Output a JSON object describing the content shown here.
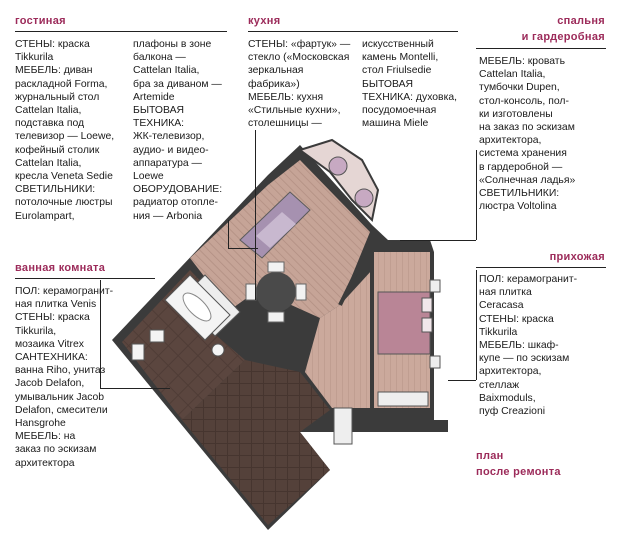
{
  "sections": {
    "living_room": {
      "heading": "гостиная",
      "col1": [
        "СТЕНЫ: краска",
        "Tikkurila",
        "МЕБЕЛЬ: диван",
        "раскладной Forma,",
        "журнальный стол",
        "Cattelan Italia,",
        "подставка под",
        "телевизор — Loewe,",
        "кофейный столик",
        "Cattelan Italia,",
        "кресла Veneta Sedie",
        "СВЕТИЛЬНИКИ:",
        "потолочные люстры",
        "Eurolampart,"
      ],
      "col2": [
        "плафоны в зоне",
        "балкона —",
        "Cattelan Italia,",
        "бра за диваном —",
        "Artemide",
        "БЫТОВАЯ",
        "ТЕХНИКА:",
        "ЖК-телевизор,",
        "аудио- и видео-",
        "аппаратура —",
        "Loewe",
        "ОБОРУДОВАНИЕ:",
        "радиатор отопле-",
        "ния — Arbonia"
      ]
    },
    "kitchen": {
      "heading": "кухня",
      "col1": [
        "СТЕНЫ: «фартук» —",
        "стекло («Московская",
        "зеркальная",
        "фабрика»)",
        "МЕБЕЛЬ: кухня",
        "«Стильные кухни»,",
        "столешницы —"
      ],
      "col2": [
        "искусственный",
        "камень Montelli,",
        "стол Friulsedie",
        "БЫТОВАЯ",
        "ТЕХНИКА: духовка,",
        "посудомоечная",
        "машина Miele"
      ]
    },
    "bedroom": {
      "heading_lines": [
        "спальня",
        "и гардеробная"
      ],
      "col": [
        "МЕБЕЛЬ: кровать",
        "Cattelan Italia,",
        "тумбочки Dupen,",
        "стол-консоль, пол-",
        "ки изготовлены",
        "на заказ по эскизам",
        "архитектора,",
        "система хранения",
        "в гардеробной —",
        "«Солнечная ладья»",
        "СВЕТИЛЬНИКИ:",
        "люстра Voltolina"
      ]
    },
    "bathroom": {
      "heading": "ванная комната",
      "col": [
        "ПОЛ: керамогранит-",
        "ная плитка Venis",
        "СТЕНЫ: краска",
        "Tikkurila,",
        "мозаика Vitrex",
        "САНТЕХНИКА:",
        "ванна Riho, унитаз",
        "Jacob Delafon,",
        "умывальник Jacob",
        "Delafon, смесители",
        "Hansgrohe",
        "МЕБЕЛЬ: на",
        "заказ по эскизам",
        "архитектора"
      ]
    },
    "hallway": {
      "heading": "прихожая",
      "col": [
        "ПОЛ: керамогранит-",
        "ная плитка",
        "Ceracasa",
        "СТЕНЫ: краска",
        "Tikkurila",
        "МЕБЕЛЬ: шкаф-",
        "купе — по эскизам",
        "архитектора,",
        "стеллаж",
        "Baixmoduls,",
        "пуф Creazioni"
      ]
    },
    "plan_caption": [
      "план",
      "после ремонта"
    ]
  },
  "colors": {
    "heading": "#9c2b5a",
    "wall": "#3a3a3a",
    "wood_floor": "#c9a79b",
    "tile_dark": "#4b3a35",
    "bed": "#b98596",
    "sofa": "#9a86a8",
    "balcony": "#e7d8d6"
  }
}
